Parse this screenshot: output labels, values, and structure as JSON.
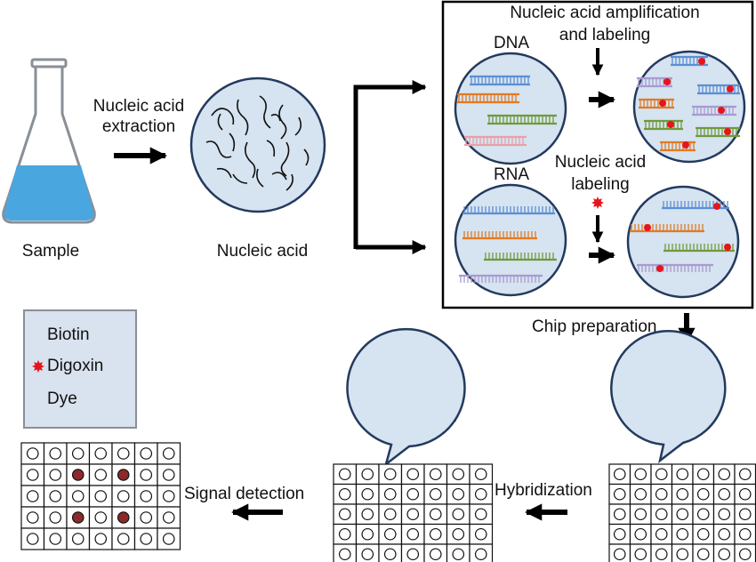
{
  "labels": {
    "sample": "Sample",
    "extraction": [
      "Nucleic acid",
      "extraction"
    ],
    "nucleic_acid": "Nucleic acid",
    "dna": "DNA",
    "rna": "RNA",
    "amplification": [
      "Nucleic acid amplification",
      "and labeling"
    ],
    "labeling": [
      "Nucleic acid",
      "labeling"
    ],
    "chip_preparation": "Chip preparation",
    "hybridization": "Hybridization",
    "signal_detection": "Signal detection"
  },
  "legend": {
    "items": [
      {
        "icon": "biotin-icon",
        "label": "Biotin"
      },
      {
        "icon": "digoxin-star-icon",
        "label": "Digoxin"
      },
      {
        "icon": "dye-icon",
        "label": "Dye"
      }
    ]
  },
  "colors": {
    "circle_fill": "#d6e3f0",
    "circle_stroke": "#233a5e",
    "liquid": "#4aa6df",
    "blue": "#5b8fd4",
    "orange": "#e07a22",
    "green": "#6f9a3a",
    "pink": "#e8a0a8",
    "purple": "#a99ad0",
    "label_red": "#e8141b",
    "signal_dot": "#8b2a2a",
    "legend_fill": "#d9e2ef"
  }
}
